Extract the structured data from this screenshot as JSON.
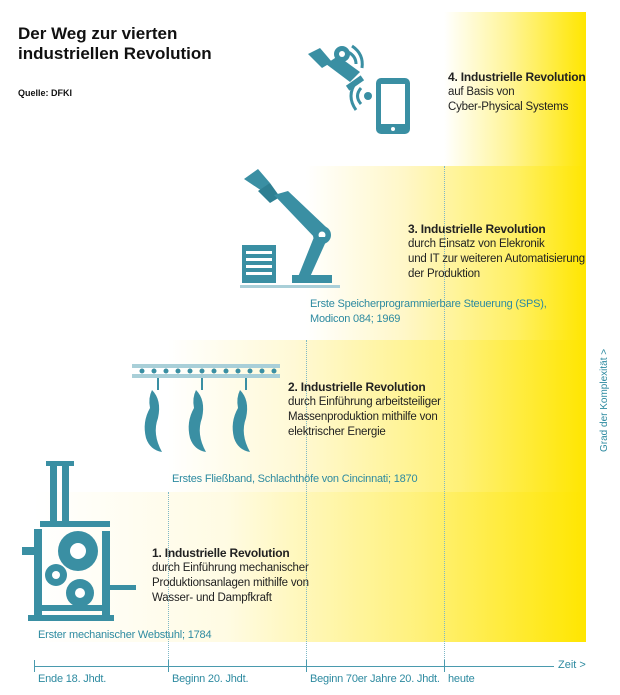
{
  "title": "Der Weg zur vierten industriellen Revolution",
  "source": "Quelle: DFKI",
  "axis": {
    "x_label": "Zeit >",
    "y_label": "Grad der Komplexität >",
    "ticks": [
      "Ende 18. Jhdt.",
      "Beginn 20. Jhdt.",
      "Beginn 70er Jahre 20. Jhdt.",
      "heute"
    ]
  },
  "revolutions": [
    {
      "heading": "1. Industrielle Revolution",
      "lines": [
        "durch Einführung mechanischer",
        "Produktionsanlagen mithilfe von",
        "Wasser- und Dampfkraft"
      ],
      "example": [
        "Erster mechanischer Webstuhl; 1784"
      ],
      "icon": "loom-icon"
    },
    {
      "heading": "2. Industrielle Revolution",
      "lines": [
        "durch Einführung arbeitsteiliger",
        "Massenproduktion mithilfe von",
        "elektrischer Energie"
      ],
      "example": [
        "Erstes Fließband, Schlachthöfe von Cincinnati; 1870"
      ],
      "icon": "conveyor-icon"
    },
    {
      "heading": "3. Industrielle Revolution",
      "lines": [
        "durch Einsatz von Elekronik",
        "und IT zur weiteren Automatisierung",
        "der Produktion"
      ],
      "example": [
        "Erste Speicherprogrammierbare Steuerung (SPS),",
        "Modicon 084; 1969"
      ],
      "icon": "robot-arm-icon"
    },
    {
      "heading": "4. Industrielle Revolution",
      "lines": [
        "auf Basis von",
        "Cyber-Physical Systems"
      ],
      "example": [],
      "icon": "smartphone-robot-icon"
    }
  ],
  "colors": {
    "accent": "#2d8aa0",
    "icon": "#3a8fa3",
    "gradient_end": "#ffe600"
  }
}
